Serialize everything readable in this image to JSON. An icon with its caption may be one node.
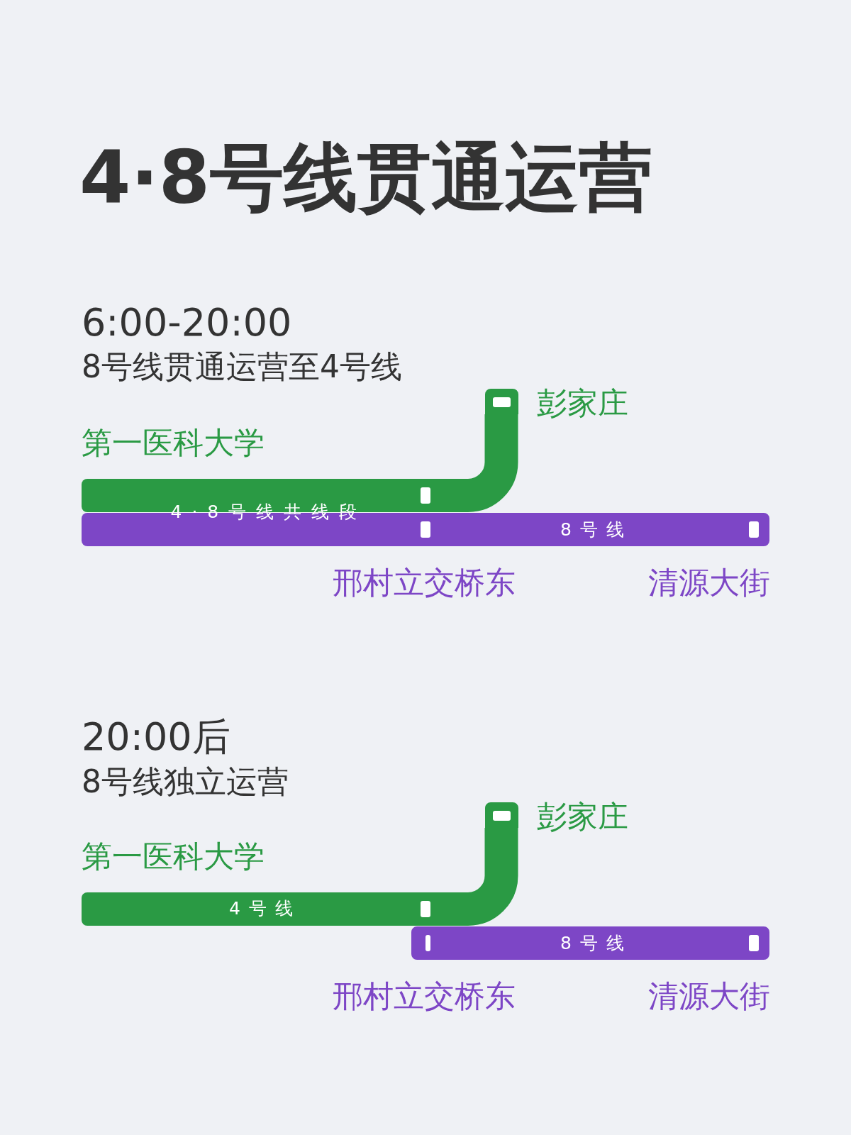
{
  "diagram": {
    "title": "4·8号线贯通运营",
    "nodes": [
      {
        "text": [],
        "shape": "box",
        "beside": [
          "第一医科大学"
        ]
      },
      {
        "text": [],
        "shape": "box"
      },
      {
        "text": [],
        "shape": "box",
        "beside": [
          "彭家庄"
        ]
      },
      {
        "text": [],
        "shape": "box"
      },
      {
        "text": [],
        "shape": "box",
        "beside": [
          "邢村立交桥东"
        ]
      },
      {
        "text": [],
        "shape": "box",
        "beside": [
          "清源大街"
        ]
      },
      {
        "text": [],
        "shape": "box",
        "beside": [
          "第一医科大学"
        ]
      },
      {
        "text": [],
        "shape": "box"
      },
      {
        "text": [],
        "shape": "box",
        "beside": [
          "彭家庄"
        ]
      },
      {
        "text": [],
        "shape": "box",
        "beside": [
          "邢村立交桥东"
        ]
      },
      {
        "text": [],
        "shape": "box",
        "beside": [
          "清源大街"
        ]
      }
    ],
    "edges": [
      {
        "from": 0,
        "to": 1,
        "arrow": "none",
        "label": "4·8号线共线段",
        "color": "#2a9a44"
      },
      {
        "from": 1,
        "to": 2,
        "arrow": "none",
        "color": "#2a9a44"
      },
      {
        "from": 3,
        "to": 4,
        "arrow": "none",
        "color": "#7d46c6"
      },
      {
        "from": 4,
        "to": 5,
        "arrow": "none",
        "label": "8号线",
        "color": "#7d46c6"
      },
      {
        "from": 6,
        "to": 7,
        "arrow": "none",
        "label": "4号线",
        "color": "#2a9a44"
      },
      {
        "from": 7,
        "to": 8,
        "arrow": "none",
        "color": "#2a9a44"
      },
      {
        "from": 9,
        "to": 10,
        "arrow": "none",
        "label": "8号线",
        "color": "#7d46c6"
      }
    ],
    "labels": [
      "6:00-20:00",
      "8号线贯通运营至4号线",
      "20:00后",
      "8号线独立运营"
    ]
  }
}
